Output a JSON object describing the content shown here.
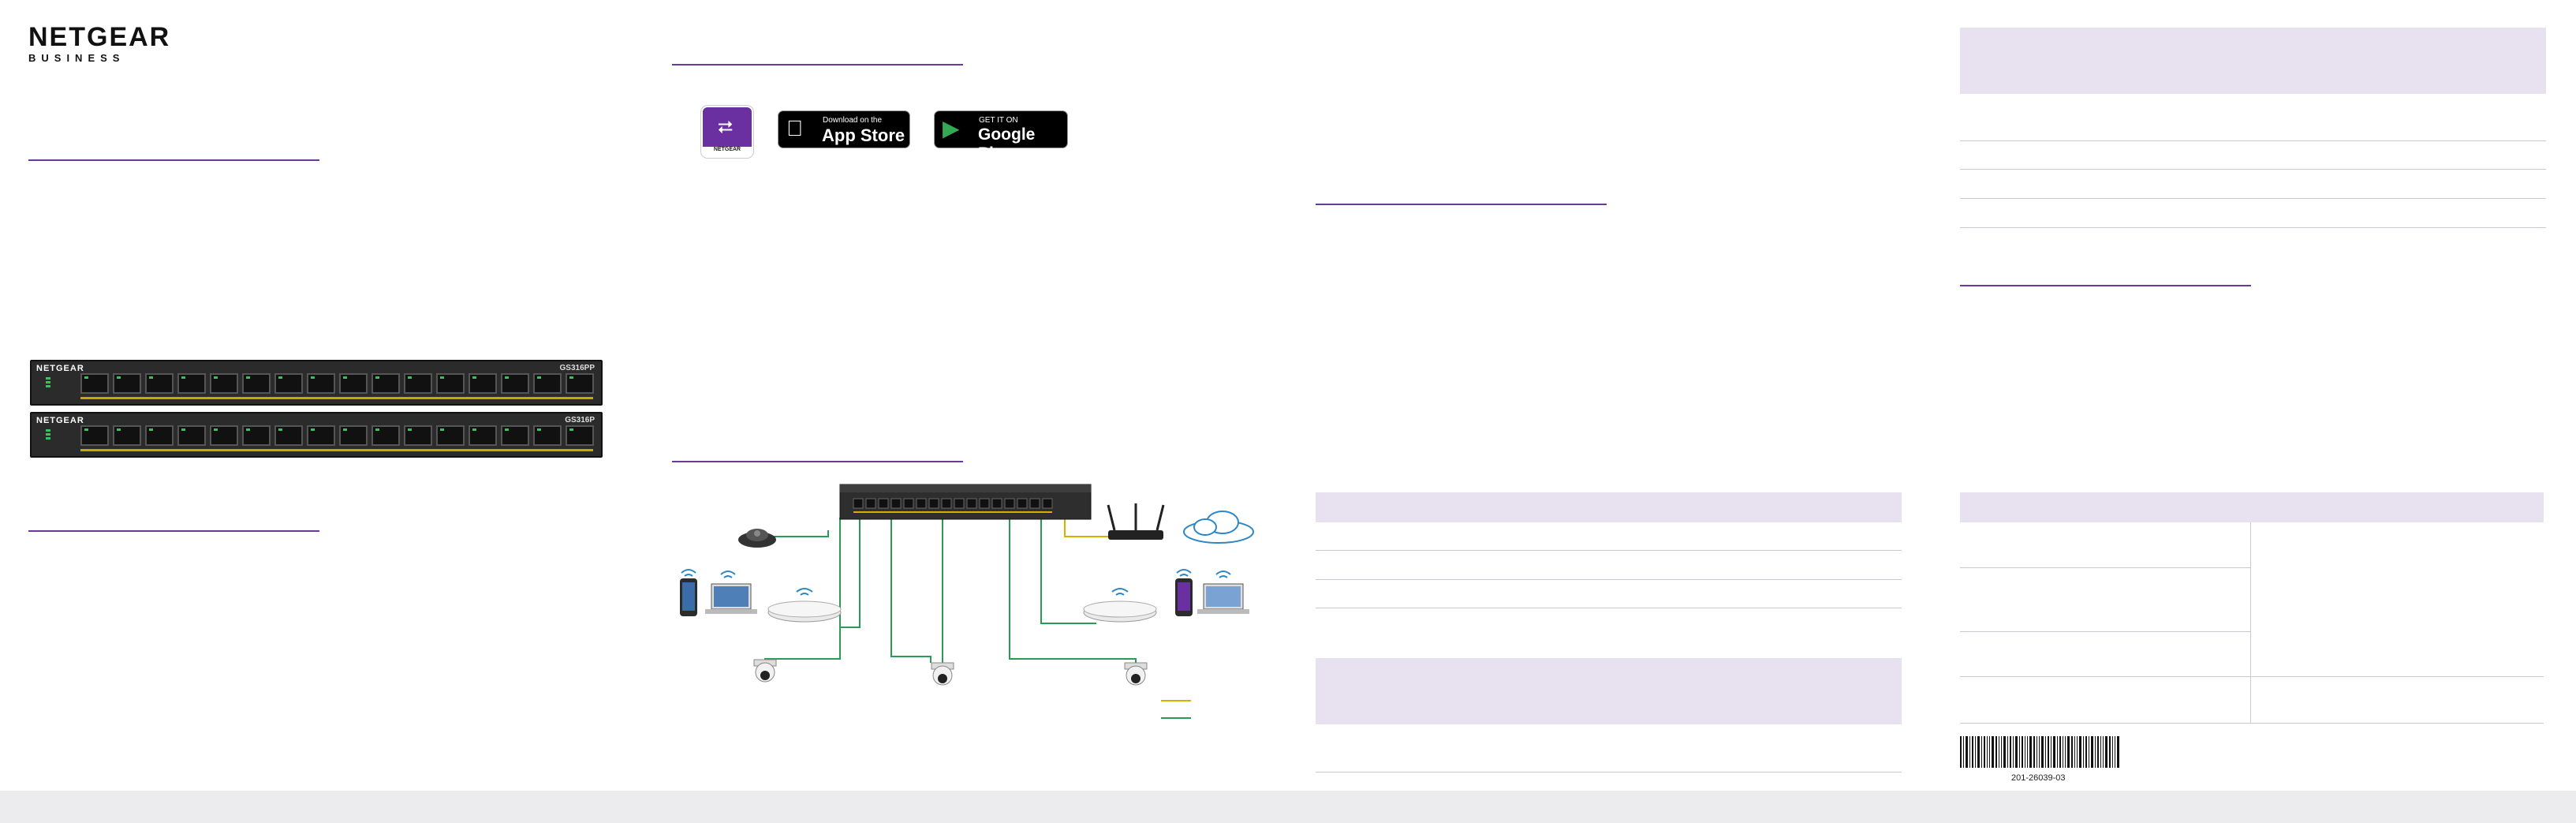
{
  "logo": {
    "brand": "NETGEAR",
    "sub": "BUSINESS"
  },
  "switches": [
    {
      "brand": "NETGEAR",
      "model": "GS316PP"
    },
    {
      "brand": "NETGEAR",
      "model": "GS316P"
    }
  ],
  "app": {
    "tile_caption": "NETGEAR",
    "tile_glyph": "share-nodes-icon"
  },
  "app_store": {
    "small": "Download on the",
    "big": "App Store"
  },
  "google_play": {
    "small": "GET IT ON",
    "big": "Google Play"
  },
  "barcode": {
    "number": "201-26039-03"
  },
  "colors": {
    "accent": "#6a3a98",
    "lavender": "#e7e1f0",
    "poe_wire": "#d8b000",
    "data_wire": "#2a9a54"
  }
}
